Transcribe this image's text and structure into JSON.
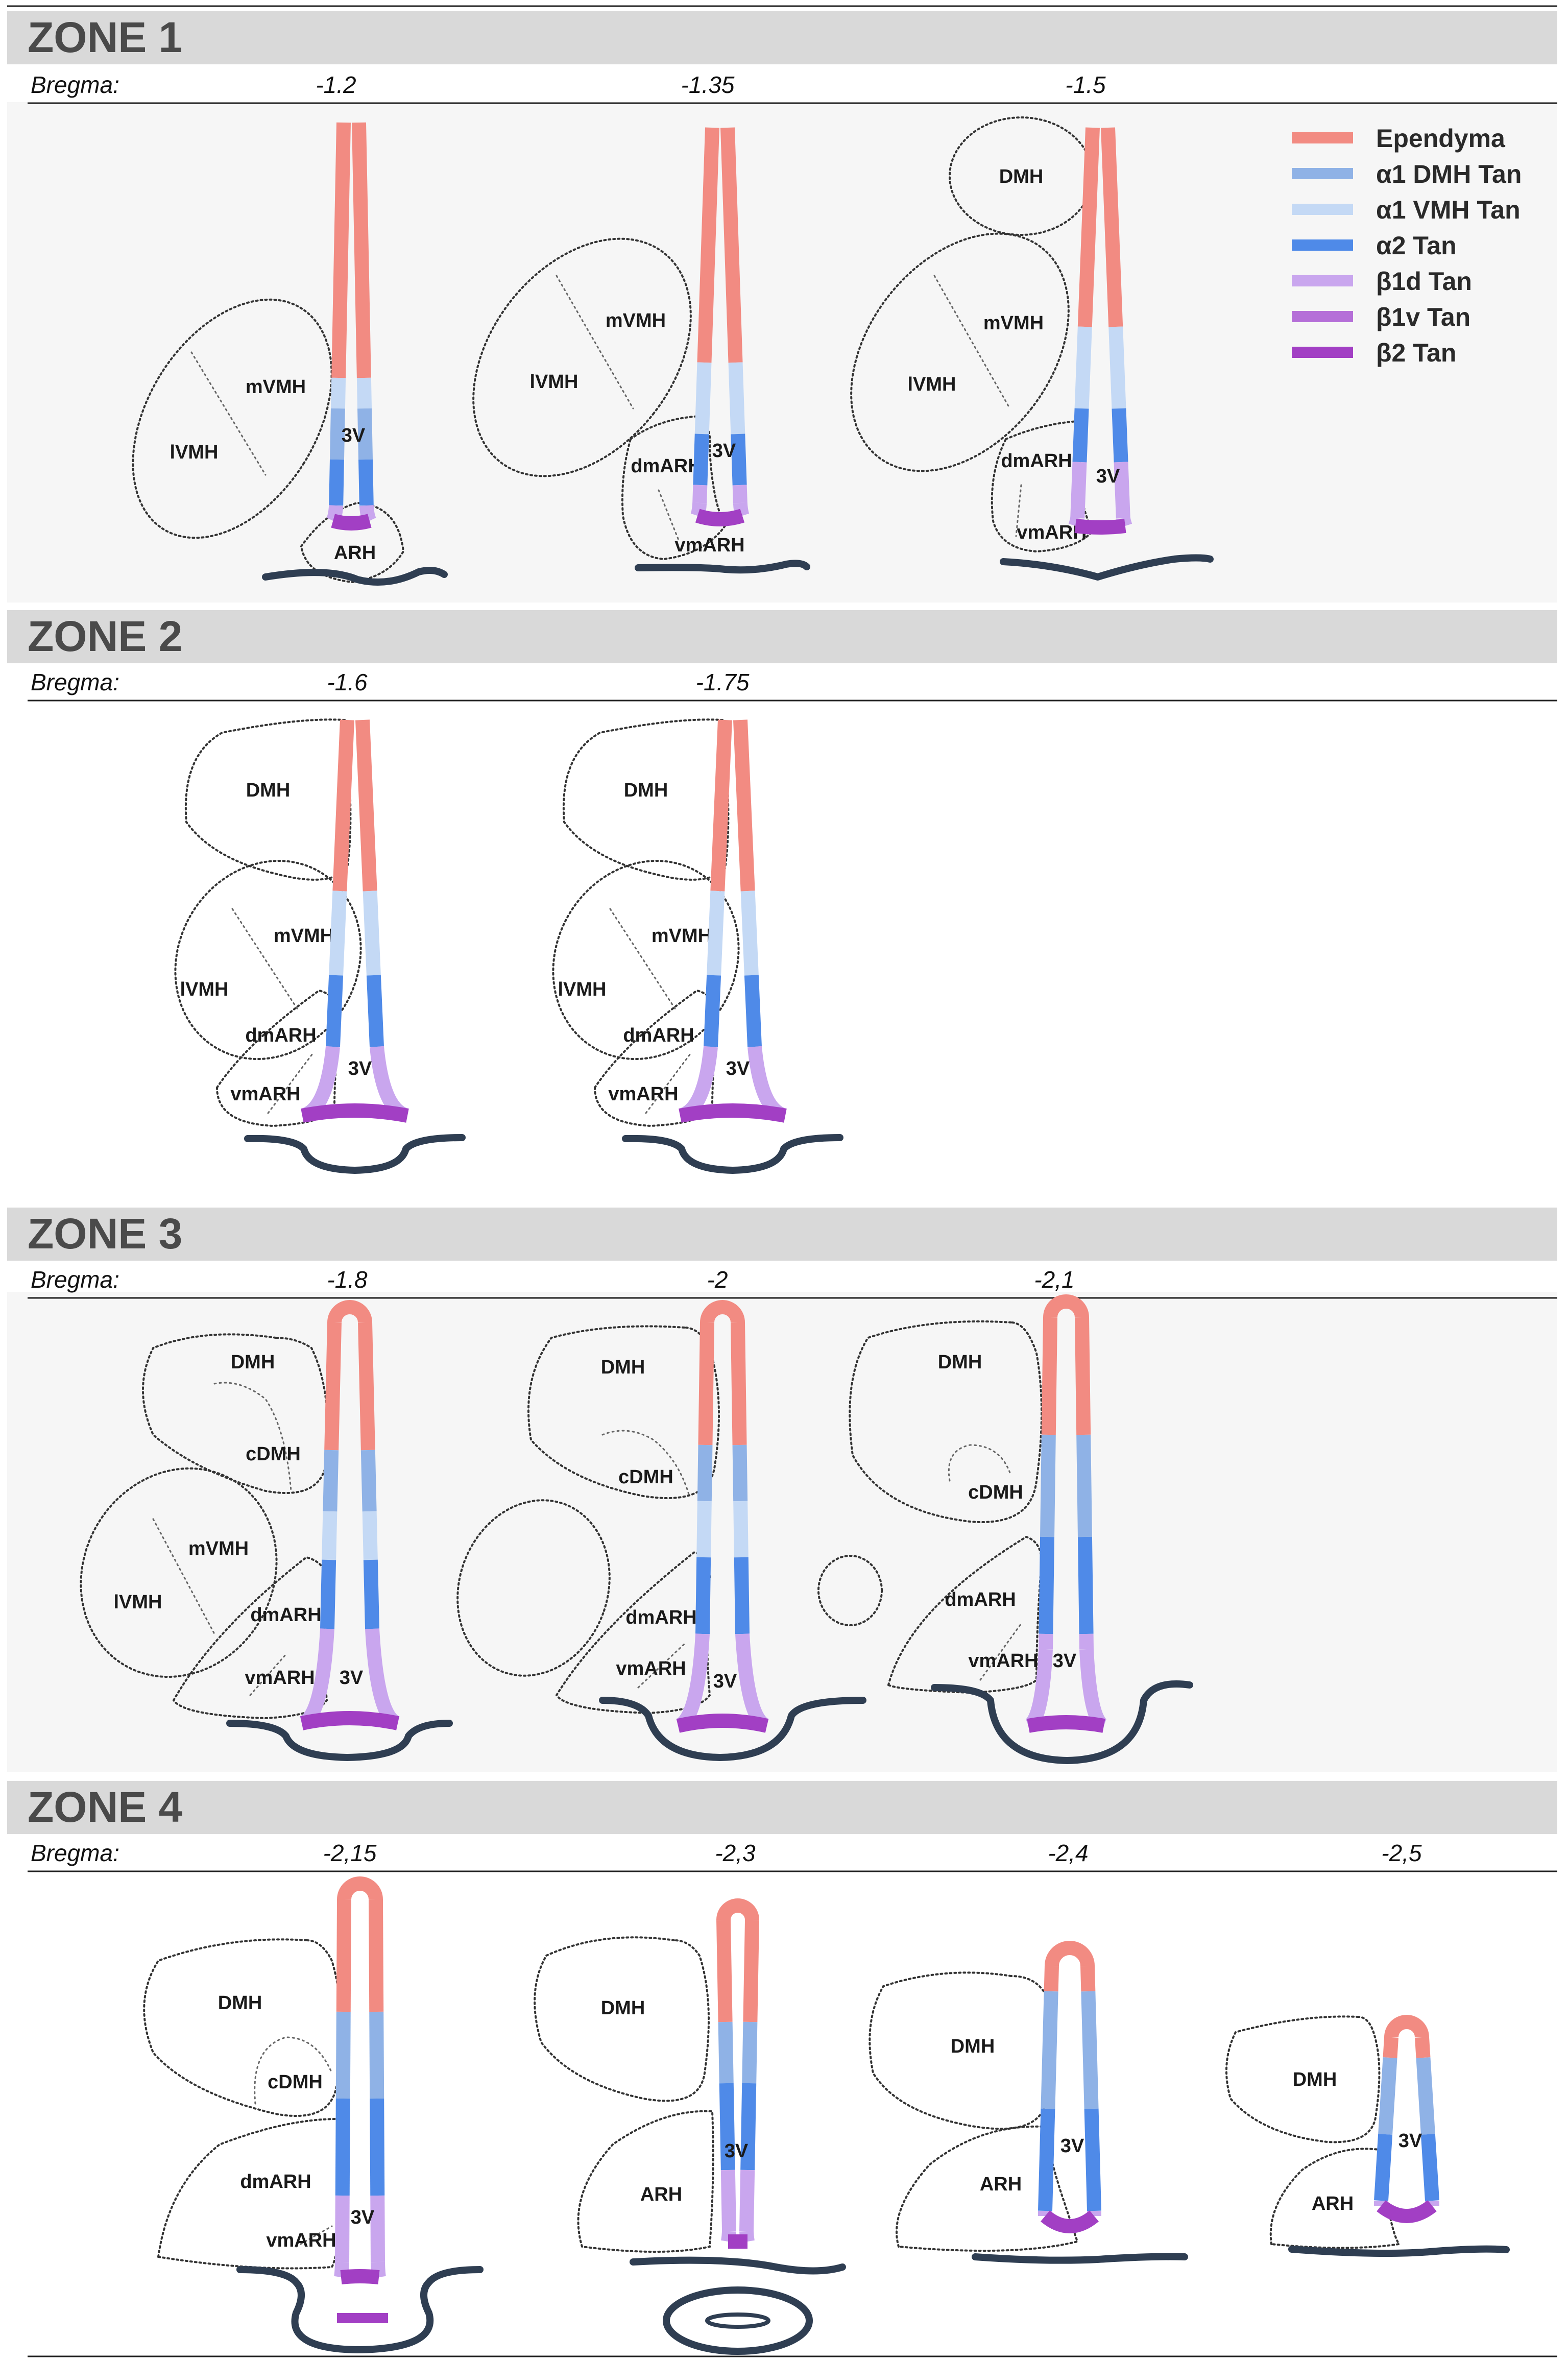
{
  "colors": {
    "ependyma": "#f28b82",
    "a1dmh": "#8fb2e6",
    "a1vmh": "#c4d9f5",
    "a2": "#4f8ae8",
    "b1d": "#c9a6ee",
    "b1v": "#b56fd8",
    "b2": "#a23fc4"
  },
  "legend": [
    {
      "label": "Ependyma",
      "color": "#f28b82"
    },
    {
      "label": "α1 DMH Tan",
      "color": "#8fb2e6"
    },
    {
      "label": "α1 VMH Tan",
      "color": "#c4d9f5"
    },
    {
      "label": "α2 Tan",
      "color": "#4f8ae8"
    },
    {
      "label": "β1d Tan",
      "color": "#c9a6ee"
    },
    {
      "label": "β1v Tan",
      "color": "#b56fd8"
    },
    {
      "label": "β2 Tan",
      "color": "#a23fc4"
    }
  ],
  "bregma_label": "Bregma:",
  "zones": [
    {
      "title": "ZONE 1",
      "sections": [
        {
          "bregma": "-1.2",
          "ventricle": "3V",
          "regions": [
            "mVMH",
            "lVMH",
            "ARH"
          ]
        },
        {
          "bregma": "-1.35",
          "ventricle": "3V",
          "regions": [
            "mVMH",
            "lVMH",
            "dmARH",
            "vmARH"
          ]
        },
        {
          "bregma": "-1.5",
          "ventricle": "3V",
          "regions": [
            "DMH",
            "mVMH",
            "lVMH",
            "dmARH",
            "vmARH"
          ]
        }
      ]
    },
    {
      "title": "ZONE 2",
      "sections": [
        {
          "bregma": "-1.6",
          "ventricle": "3V",
          "regions": [
            "DMH",
            "mVMH",
            "lVMH",
            "dmARH",
            "vmARH"
          ]
        },
        {
          "bregma": "-1.75",
          "ventricle": "3V",
          "regions": [
            "DMH",
            "mVMH",
            "lVMH",
            "dmARH",
            "vmARH"
          ]
        }
      ]
    },
    {
      "title": "ZONE 3",
      "sections": [
        {
          "bregma": "-1.8",
          "ventricle": "3V",
          "regions": [
            "DMH",
            "cDMH",
            "mVMH",
            "lVMH",
            "dmARH",
            "vmARH"
          ]
        },
        {
          "bregma": "-2",
          "ventricle": "3V",
          "regions": [
            "DMH",
            "cDMH",
            "dmARH",
            "vmARH"
          ]
        },
        {
          "bregma": "-2,1",
          "ventricle": "3V",
          "regions": [
            "DMH",
            "cDMH",
            "dmARH",
            "vmARH"
          ]
        }
      ]
    },
    {
      "title": "ZONE 4",
      "sections": [
        {
          "bregma": "-2,15",
          "ventricle": "3V",
          "regions": [
            "DMH",
            "cDMH",
            "dmARH",
            "vmARH"
          ]
        },
        {
          "bregma": "-2,3",
          "ventricle": "3V",
          "regions": [
            "DMH",
            "ARH"
          ]
        },
        {
          "bregma": "-2,4",
          "ventricle": "3V",
          "regions": [
            "DMH",
            "ARH"
          ]
        },
        {
          "bregma": "-2,5",
          "ventricle": "3V",
          "regions": [
            "DMH",
            "ARH"
          ]
        }
      ]
    }
  ]
}
